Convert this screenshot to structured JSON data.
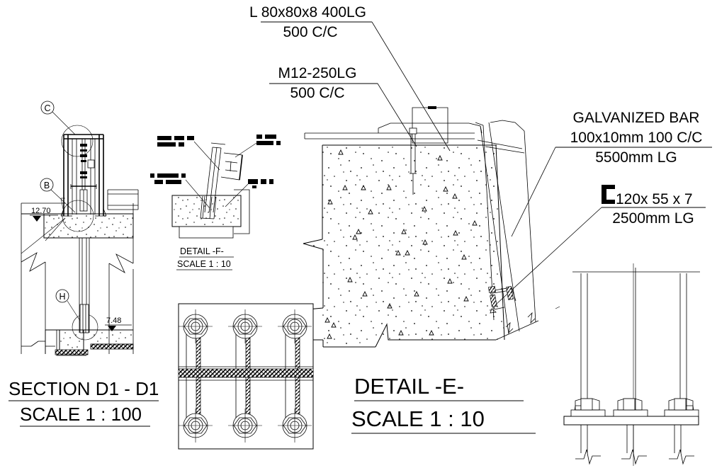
{
  "drawing": {
    "title": "Structural CAD detail sheet",
    "background_color": "#ffffff",
    "line_color": "#000000"
  },
  "annotations": {
    "angle_callout": {
      "line1": "L 80x80x8 400LG",
      "line2": "500 C/C"
    },
    "bolt_callout": {
      "line1": "M12-250LG",
      "line2": "500 C/C"
    },
    "galvanized_callout": {
      "line1": "GALVANIZED BAR",
      "line2": "100x10mm 100 C/C",
      "line3": "5500mm LG"
    },
    "channel_callout": {
      "symbol": "channel-section-symbol",
      "line1": "120x 55 x 7",
      "line2": "2500mm LG"
    }
  },
  "titles": {
    "section_d1": {
      "line1": "SECTION D1 - D1",
      "line2": "SCALE 1 : 100"
    },
    "detail_f": {
      "line1": "DETAIL -F-",
      "line2": "SCALE 1 : 10"
    },
    "detail_e": {
      "line1": "DETAIL -E-",
      "line2": "SCALE 1 : 10"
    }
  },
  "section_d1_marks": {
    "bubble_c": "C",
    "bubble_b": "B",
    "bubble_h": "H",
    "level_upper": "12.70",
    "level_lower": "7.48"
  },
  "detail_f_labels": {
    "note": "illegible-micro-text",
    "items": [
      "",
      "",
      "",
      ""
    ]
  }
}
